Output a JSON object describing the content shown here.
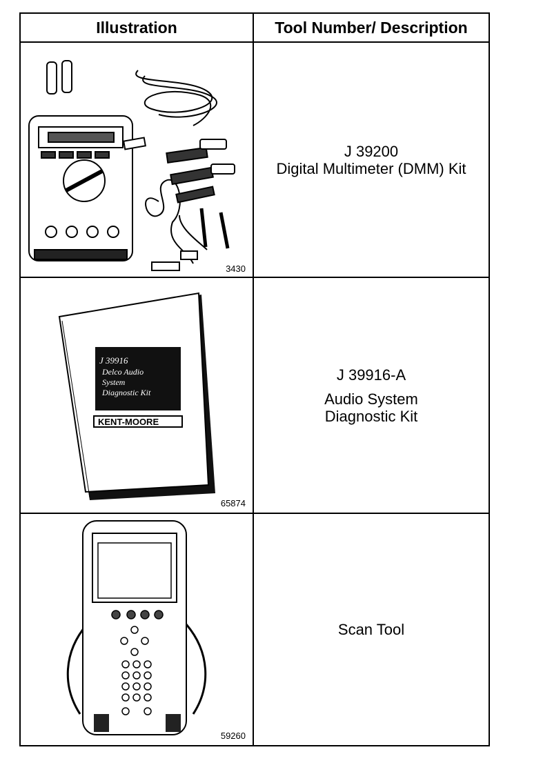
{
  "header": {
    "illustration": "Illustration",
    "tool": "Tool Number/ Description"
  },
  "rows": [
    {
      "figure_number": "3430",
      "tool_number": "J 39200",
      "description": [
        "Digital Multimeter (DMM) Kit"
      ]
    },
    {
      "figure_number": "65874",
      "tool_number": "J 39916-A",
      "description": [
        "Audio System",
        "Diagnostic Kit"
      ],
      "book_text": [
        "J 39916",
        "Delco Audio",
        "System",
        "Diagnostic Kit"
      ],
      "book_brand": "KENT-MOORE"
    },
    {
      "figure_number": "59260",
      "tool_number": "",
      "description": [
        "Scan Tool"
      ]
    }
  ]
}
